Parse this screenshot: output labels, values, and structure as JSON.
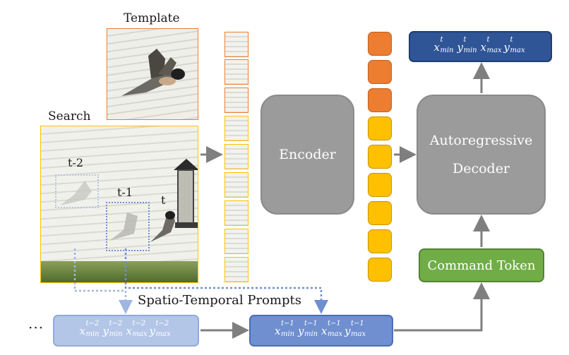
{
  "labels": {
    "template": "Template",
    "search": "Search",
    "encoder": "Encoder",
    "decoder_line1": "Autoregressive",
    "decoder_line2": "Decoder",
    "command_token": "Command Token",
    "prompts": "Spatio-Temporal Prompts",
    "ellipsis": "···",
    "frame_t2": "t-2",
    "frame_t1": "t-1",
    "frame_t": "t"
  },
  "output_box": {
    "items": [
      {
        "sym": "x",
        "sup": "t",
        "sub": "min"
      },
      {
        "sym": "y",
        "sup": "t",
        "sub": "min"
      },
      {
        "sym": "x",
        "sup": "t",
        "sub": "max"
      },
      {
        "sym": "y",
        "sup": "t",
        "sub": "max"
      }
    ]
  },
  "prompt_box_t2": {
    "items": [
      {
        "sym": "x",
        "sup": "t−2",
        "sub": "min"
      },
      {
        "sym": "y",
        "sup": "t−2",
        "sub": "min"
      },
      {
        "sym": "x",
        "sup": "t−2",
        "sub": "max"
      },
      {
        "sym": "y",
        "sup": "t−2",
        "sub": "max"
      }
    ]
  },
  "prompt_box_t1": {
    "items": [
      {
        "sym": "x",
        "sup": "t−1",
        "sub": "min"
      },
      {
        "sym": "y",
        "sup": "t−1",
        "sub": "min"
      },
      {
        "sym": "x",
        "sup": "t−1",
        "sub": "max"
      },
      {
        "sym": "y",
        "sup": "t−1",
        "sub": "max"
      }
    ]
  },
  "colors": {
    "template_border": "#ed7d31",
    "search_border": "#ffc000",
    "token_orange": "#ed7d31",
    "token_yellow": "#ffc000",
    "encoder_decoder": "#9b9b9b",
    "command_green": "#70ad47",
    "output_blue": "#2f5597",
    "prompt_t1_blue": "#6f8fd0",
    "prompt_t2_blue": "#b4c6e7",
    "arrow_grey": "#7f7f7f"
  },
  "tokens": {
    "orange_count": 3,
    "yellow_count": 6
  }
}
